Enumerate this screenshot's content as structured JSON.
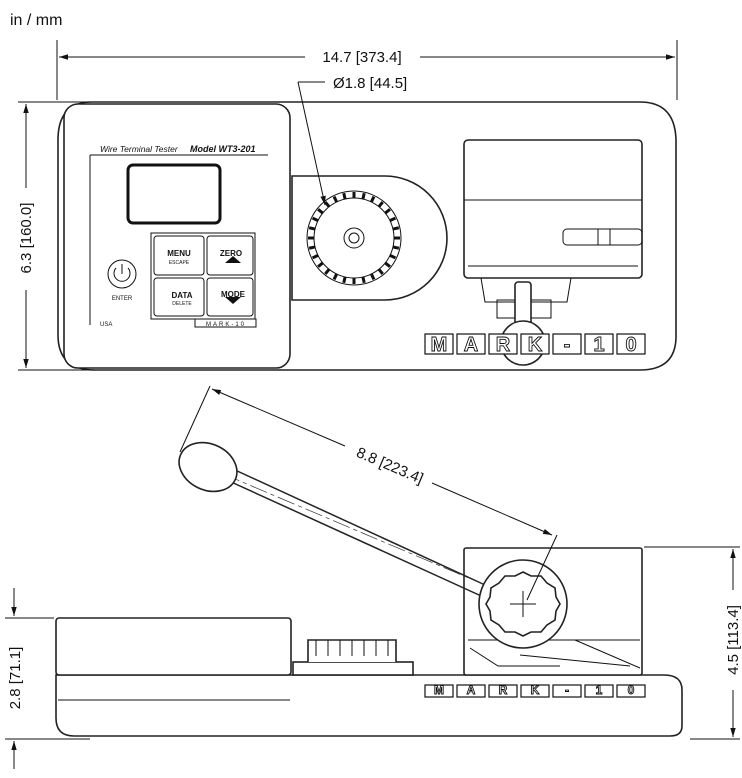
{
  "units": "in / mm",
  "dimensions": {
    "width": "14.7 [373.4]",
    "knob_diameter": "Ø1.8 [44.5]",
    "depth": "6.3 [160.0]",
    "lever_length": "8.8 [223.4]",
    "base_height": "2.8 [71.1]",
    "total_height": "4.5 [113.4]"
  },
  "panel": {
    "title_left": "Wire Terminal Tester",
    "title_right": "Model WT3-201",
    "menu": "MENU",
    "escape": "ESCAPE",
    "zero": "ZERO",
    "data": "DATA",
    "delete": "DELETE",
    "mode": "MODE",
    "enter": "ENTER",
    "origin": "USA",
    "brand_small": "MARK-10"
  },
  "brand_plate": [
    "M",
    "A",
    "R",
    "K",
    "-",
    "1",
    "0"
  ]
}
